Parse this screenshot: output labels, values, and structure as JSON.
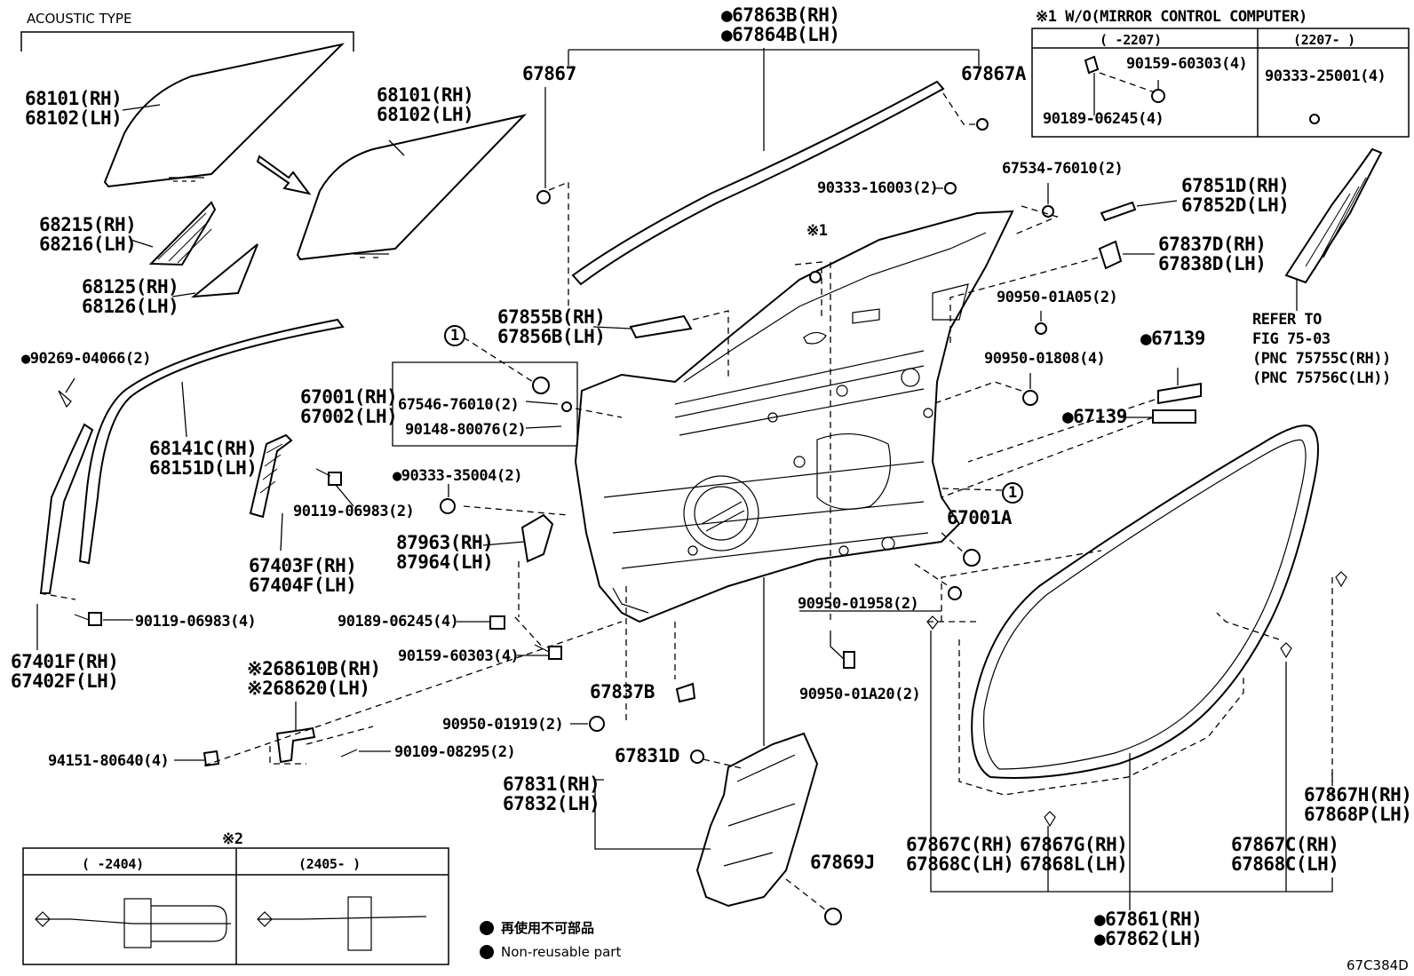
{
  "header": {
    "acoustic_type": "ACOUSTIC TYPE",
    "top_center_rh": "●67863B(RH)",
    "top_center_lh": "●67864B(LH)"
  },
  "note1": {
    "title": "※1 W/O(MIRROR CONTROL COMPUTER)",
    "col1": "(    -2207)",
    "col2": "(2207-    )",
    "p1": "90159-60303(4)",
    "p2": "90189-06245(4)",
    "p3": "90333-25001(4)"
  },
  "note2": {
    "title": "※2",
    "col1": "(    -2404)",
    "col2": "(2405-    )"
  },
  "legend": {
    "jp": "再使用不可部品",
    "en": "Non-reusable part"
  },
  "figure_code": "67C384D",
  "labels": {
    "l68101a": "68101(RH)",
    "l68102a": "68102(LH)",
    "l68101b": "68101(RH)",
    "l68102b": "68102(LH)",
    "l68215": "68215(RH)",
    "l68216": "68216(LH)",
    "l68125": "68125(RH)",
    "l68126": "68126(LH)",
    "l90269": "●90269-04066(2)",
    "l68141": "68141C(RH)",
    "l68151": "68151D(LH)",
    "l67001": "67001(RH)",
    "l67002": "67002(LH)",
    "l67546": "67546-76010(2)",
    "l90148": "90148-80076(2)",
    "l90333_35": "●90333-35004(2)",
    "l90119a": "90119-06983(2)",
    "l67403": "67403F(RH)",
    "l67404": "67404F(LH)",
    "l87963": "87963(RH)",
    "l87964": "87964(LH)",
    "l90119b": "90119-06983(4)",
    "l67401": "67401F(RH)",
    "l67402": "67402F(LH)",
    "l90189": "90189-06245(4)",
    "l90159": "90159-60303(4)",
    "l68610": "※268610B(RH)",
    "l68620": "※268620(LH)",
    "l67837b": "67837B",
    "l90950_19": "90950-01919(2)",
    "l94151": "94151-80640(4)",
    "l90109": "90109-08295(2)",
    "l67867": "67867",
    "l67867a": "67867A",
    "l90333_16": "90333-16003(2)",
    "l67534": "67534-76010(2)",
    "l67851": "67851D(RH)",
    "l67852": "67852D(LH)",
    "l67837d": "67837D(RH)",
    "l67838d": "67838D(LH)",
    "l90950_a05": "90950-01A05(2)",
    "l90950_08": "90950-01808(4)",
    "l67139a": "●67139",
    "l67139b": "●67139",
    "l67855": "67855B(RH)",
    "l67856": "67856B(LH)",
    "lnote1": "※1",
    "lrefer1": "REFER TO",
    "lrefer2": "FIG 75-03",
    "lrefer3": "(PNC 75755C(RH))",
    "lrefer4": "(PNC 75756C(LH))",
    "l67001a": "67001A",
    "l90950_58": "90950-01958(2)",
    "l90950_a20": "90950-01A20(2)",
    "l67831d": "67831D",
    "l67831": "67831(RH)",
    "l67832": "67832(LH)",
    "l67869j": "67869J",
    "l67867c1": "67867C(RH)",
    "l67868c1": "67868C(LH)",
    "l67867g": "67867G(RH)",
    "l67868l": "67868L(LH)",
    "l67867c2": "67867C(RH)",
    "l67868c2": "67868C(LH)",
    "l67867h": "67867H(RH)",
    "l67868p": "67868P(LH)",
    "l67861": "●67861(RH)",
    "l67862": "●67862(LH)",
    "circ1a": "1",
    "circ1b": "1"
  }
}
